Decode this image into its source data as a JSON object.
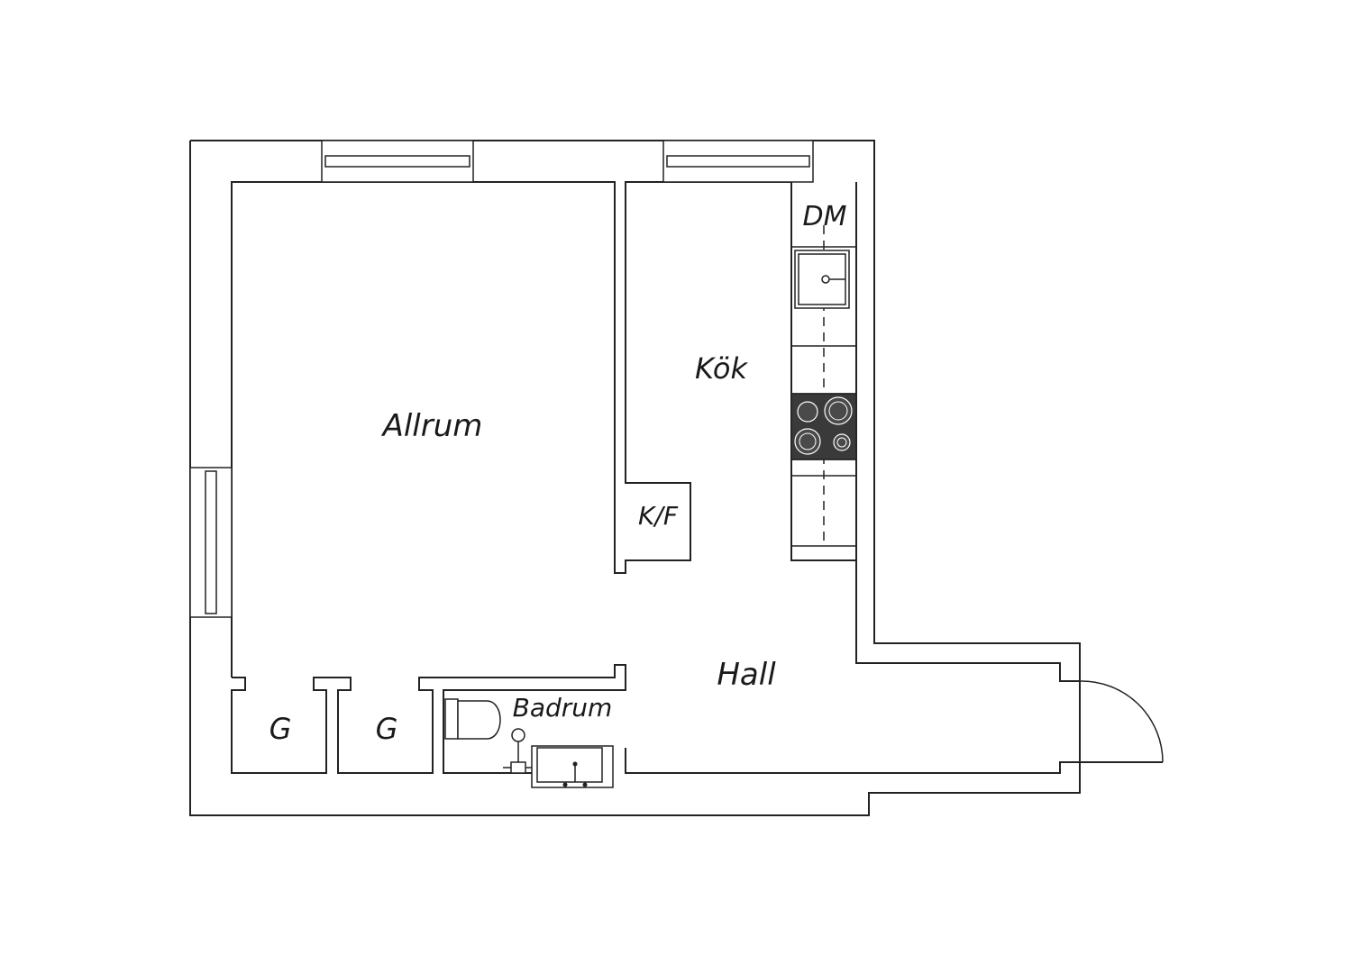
{
  "rooms": {
    "living": "Allrum",
    "kitchen": "Kök",
    "hall": "Hall",
    "bathroom": "Badrum",
    "wardrobe_1": "G",
    "wardrobe_2": "G"
  },
  "appliances": {
    "dishwasher": "DM",
    "fridge_freezer": "K/F"
  },
  "colors": {
    "line": "#222222",
    "stove": "#3a3a3a",
    "background": "#ffffff"
  }
}
